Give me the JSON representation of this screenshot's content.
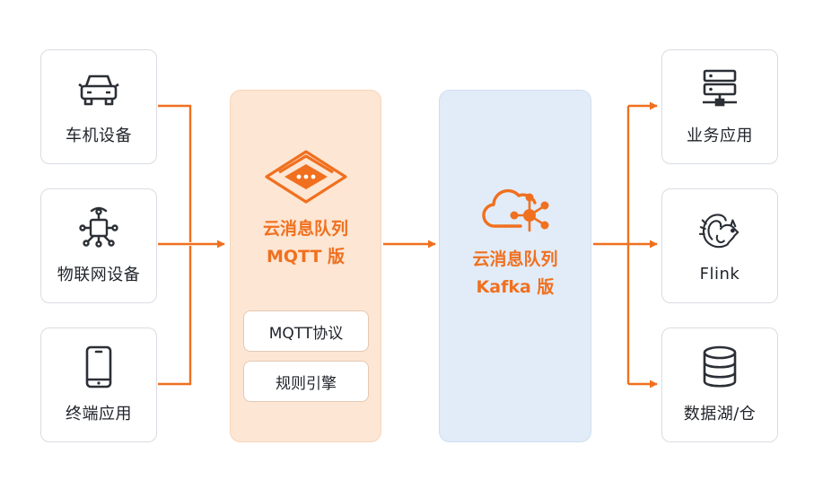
{
  "colors": {
    "accent": "#f0701f",
    "mqtt_panel": "#fde6d4",
    "kafka_panel": "#e2ecf8",
    "icon": "#2b2f36"
  },
  "sources": [
    {
      "label": "车机设备",
      "icon": "car-icon"
    },
    {
      "label": "物联网设备",
      "icon": "iot-chip-icon"
    },
    {
      "label": "终端应用",
      "icon": "smartphone-icon"
    }
  ],
  "mqtt": {
    "title_line1": "云消息队列",
    "title_line2": "MQTT 版",
    "icon": "mqtt-logo-icon",
    "features": [
      "MQTT协议",
      "规则引擎"
    ]
  },
  "kafka": {
    "title_line1": "云消息队列",
    "title_line2": "Kafka 版",
    "icon": "kafka-cloud-icon"
  },
  "destinations": [
    {
      "label": "业务应用",
      "icon": "server-icon"
    },
    {
      "label": "Flink",
      "icon": "flink-squirrel-icon"
    },
    {
      "label": "数据湖/仓",
      "icon": "database-icon"
    }
  ]
}
